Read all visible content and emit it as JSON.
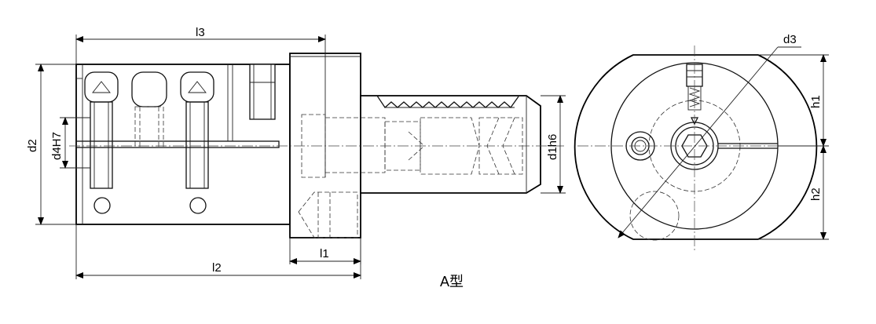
{
  "labels": {
    "l3": "l3",
    "l1": "l1",
    "l2": "l2",
    "d2": "d2",
    "d4h7": "d4H7",
    "d1h6": "d1h6",
    "d3": "d3",
    "h1": "h1",
    "h2": "h2"
  },
  "caption": "A型",
  "icons": {
    "arrow": "arrowhead",
    "screw": "socket-head-screw",
    "hex": "hex-socket"
  }
}
